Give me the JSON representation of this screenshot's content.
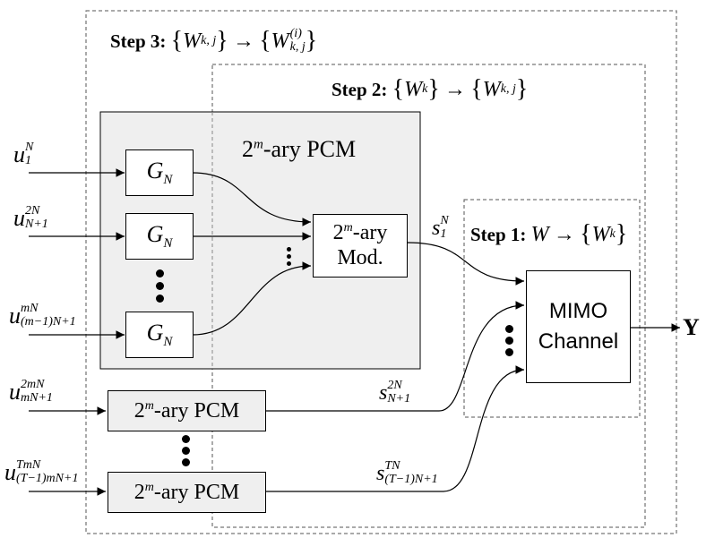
{
  "diagram": {
    "step3": {
      "label": "Step 3:",
      "from": "W",
      "from_sub": "k, j",
      "arrow": "→",
      "to": "W",
      "to_sup": "(i)",
      "to_sub": "k, j"
    },
    "step2": {
      "label": "Step 2:",
      "from": "W",
      "from_sub": "k",
      "arrow": "→",
      "to": "W",
      "to_sub": "k, j"
    },
    "step1": {
      "label": "Step 1:",
      "from": "W",
      "arrow": "→",
      "to": "W",
      "to_sub": "k"
    },
    "pcm_title": {
      "base": "2",
      "exp": "m",
      "rest": "-ary PCM"
    },
    "gn": {
      "main": "G",
      "sub": "N"
    },
    "mod": {
      "base": "2",
      "exp": "m",
      "rest": "-ary",
      "line2": "Mod."
    },
    "mimo": {
      "line1": "MIMO",
      "line2": "Channel"
    },
    "output": "Y",
    "pcm_small": {
      "base": "2",
      "exp": "m",
      "rest": "-ary PCM"
    },
    "inputs": [
      {
        "main": "u",
        "sup": "N",
        "sub": "1"
      },
      {
        "main": "u",
        "sup": "2N",
        "sub": "N+1"
      },
      {
        "main": "u",
        "sup": "mN",
        "sub": "(m−1)N+1"
      },
      {
        "main": "u",
        "sup": "2mN",
        "sub": "mN+1"
      },
      {
        "main": "u",
        "sup": "TmN",
        "sub": "(T−1)mN+1"
      }
    ],
    "signals": [
      {
        "main": "s",
        "sup": "N",
        "sub": "1"
      },
      {
        "main": "s",
        "sup": "2N",
        "sub": "N+1"
      },
      {
        "main": "s",
        "sup": "TN",
        "sub": "(T−1)N+1"
      }
    ]
  }
}
